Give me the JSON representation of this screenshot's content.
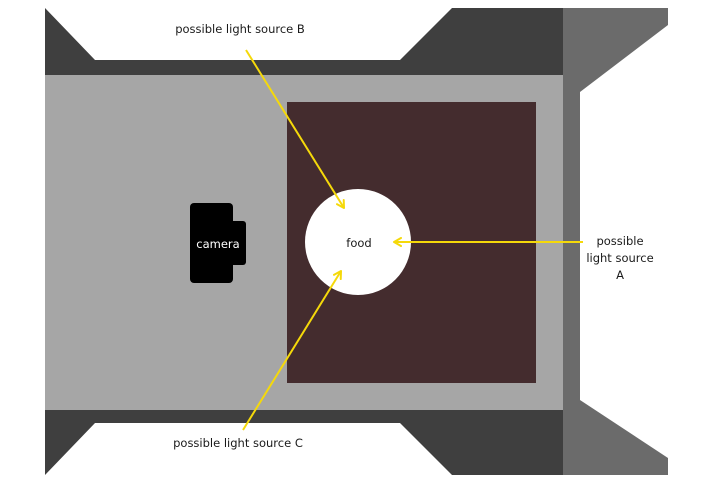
{
  "labels": {
    "light_source_b": "possible light source B",
    "light_source_c": "possible light source C",
    "light_source_a_line1": "possible",
    "light_source_a_line2": "light source",
    "light_source_a_line3": "A",
    "food": "food",
    "camera": "camera"
  },
  "colors": {
    "background": "#ffffff",
    "table_gray": "#a6a6a6",
    "dark_gray": "#3f3f3f",
    "right_wall": "#6b6b6b",
    "backdrop": "#442c2e",
    "plate": "#ffffff",
    "camera": "#000000",
    "arrow": "#f5d90a"
  }
}
